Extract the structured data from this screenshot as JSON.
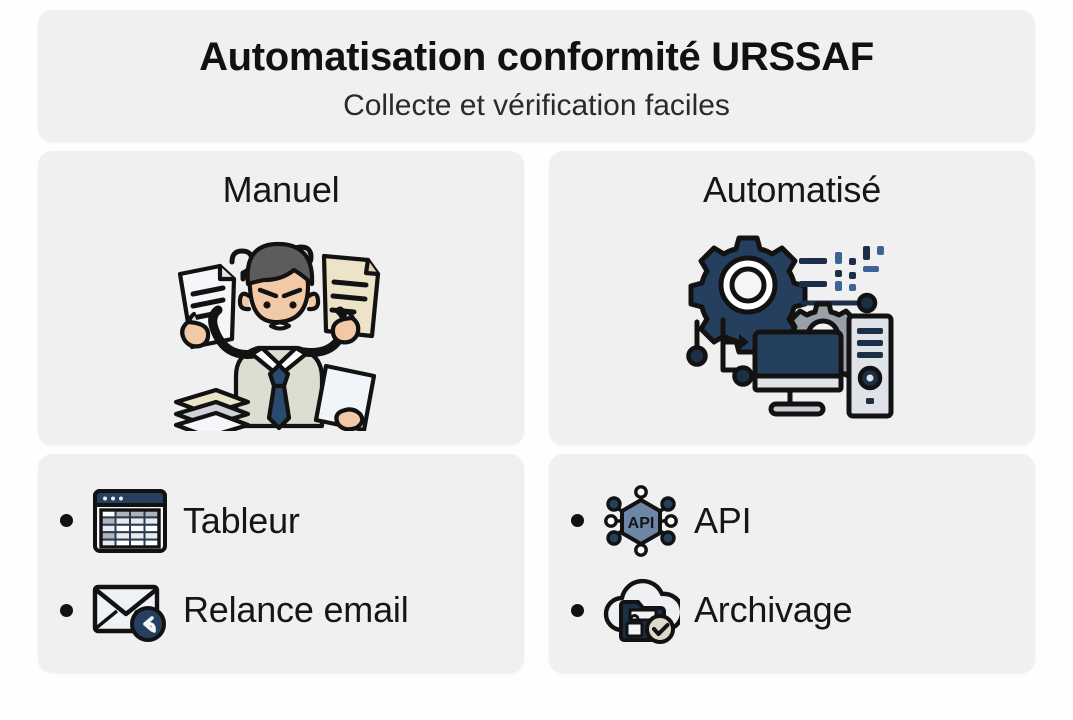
{
  "header": {
    "title": "Automatisation conformité URSSAF",
    "subtitle": "Collecte et vérification faciles"
  },
  "columns": [
    {
      "title": "Manuel",
      "illustration_name": "overwhelmed-worker-documents-illustration",
      "items": [
        {
          "label": "Tableur",
          "icon": "spreadsheet-icon"
        },
        {
          "label": "Relance email",
          "icon": "email-reminder-icon"
        }
      ]
    },
    {
      "title": "Automatisé",
      "illustration_name": "gears-computer-automation-illustration",
      "items": [
        {
          "label": "API",
          "icon": "api-network-icon"
        },
        {
          "label": "Archivage",
          "icon": "cloud-archive-icon"
        }
      ]
    }
  ],
  "icon_text": {
    "api_badge": "API"
  },
  "colors": {
    "panel_background": "#f0f0f0",
    "page_background": "#fefefe",
    "text_primary": "#14161a",
    "accent_navy": "#25405f",
    "accent_dark_navy": "#1b2f47",
    "outline": "#121212",
    "gray_metal": "#b9bcc0",
    "paper_beige": "#ece3c8",
    "skin": "#f2c9a6"
  }
}
